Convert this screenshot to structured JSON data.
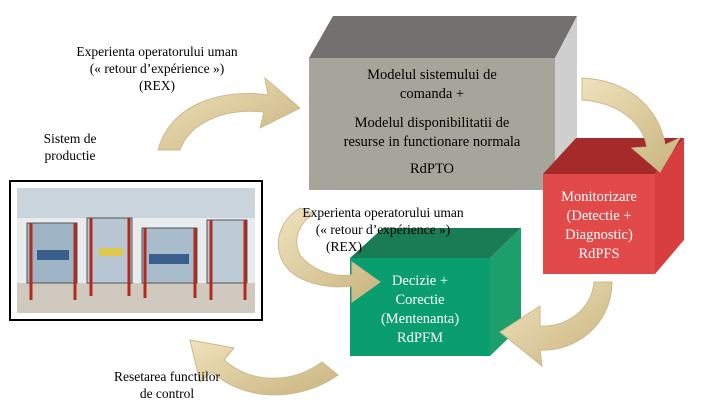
{
  "diagram": {
    "boxes": {
      "model": {
        "lines": [
          "Modelul sistemului de",
          "comanda +",
          "Modelul disponibilitatii de",
          "resurse in functionare normala"
        ],
        "code": "RdPTO",
        "color": "#a6a59b"
      },
      "monitor": {
        "lines": [
          "Monitorizare",
          "(Detectie +",
          "Diagnostic)",
          "RdPFS"
        ],
        "color": "#e24a4a"
      },
      "decision": {
        "lines": [
          "Decizie +",
          "Corectie",
          "(Mentenanta)",
          "RdPFM"
        ],
        "color": "#0a9e6e"
      }
    },
    "labels": {
      "rex_top": [
        "Experienta operatorului uman",
        "(« retour d’expérience »)",
        "(REX)"
      ],
      "rex_mid": [
        "Experienta operatorului uman",
        "(« retour d’expérience »)",
        "(REX)"
      ],
      "system": [
        "Sistem de",
        "productie"
      ],
      "reset": [
        "Resetarea  functiilor",
        "de control"
      ]
    },
    "arrow_color": "#dcc99a"
  }
}
